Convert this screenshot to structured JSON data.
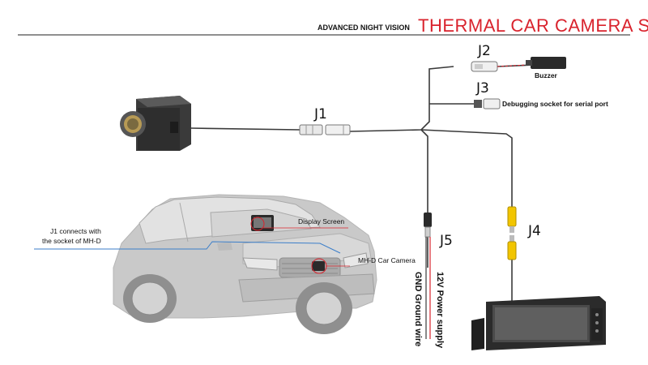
{
  "header": {
    "subtitle": "ADVANCED NIGHT VISION",
    "title": "THERMAL CAR CAMERA SYSTEM"
  },
  "connectors": {
    "j1": "J1",
    "j2": "J2",
    "j3": "J3",
    "j4": "J4",
    "j5": "J5"
  },
  "labels": {
    "buzzer": "Buzzer",
    "debug": "Debugging socket for serial port",
    "display_screen": "Display Screen",
    "mhd_camera": "MH-D Car Camera",
    "j1_note_line1": "J1 connects with",
    "j1_note_line2": "the socket of MH-D",
    "power_12v": "12V  Power supply",
    "gnd": "GND Ground wire"
  },
  "colors": {
    "accent_red": "#d9232d",
    "cable": "#3a3a3a",
    "note_line": "#3b7ec9",
    "rca_yellow": "#f2c500",
    "car_fill": "#c9c9c9"
  }
}
